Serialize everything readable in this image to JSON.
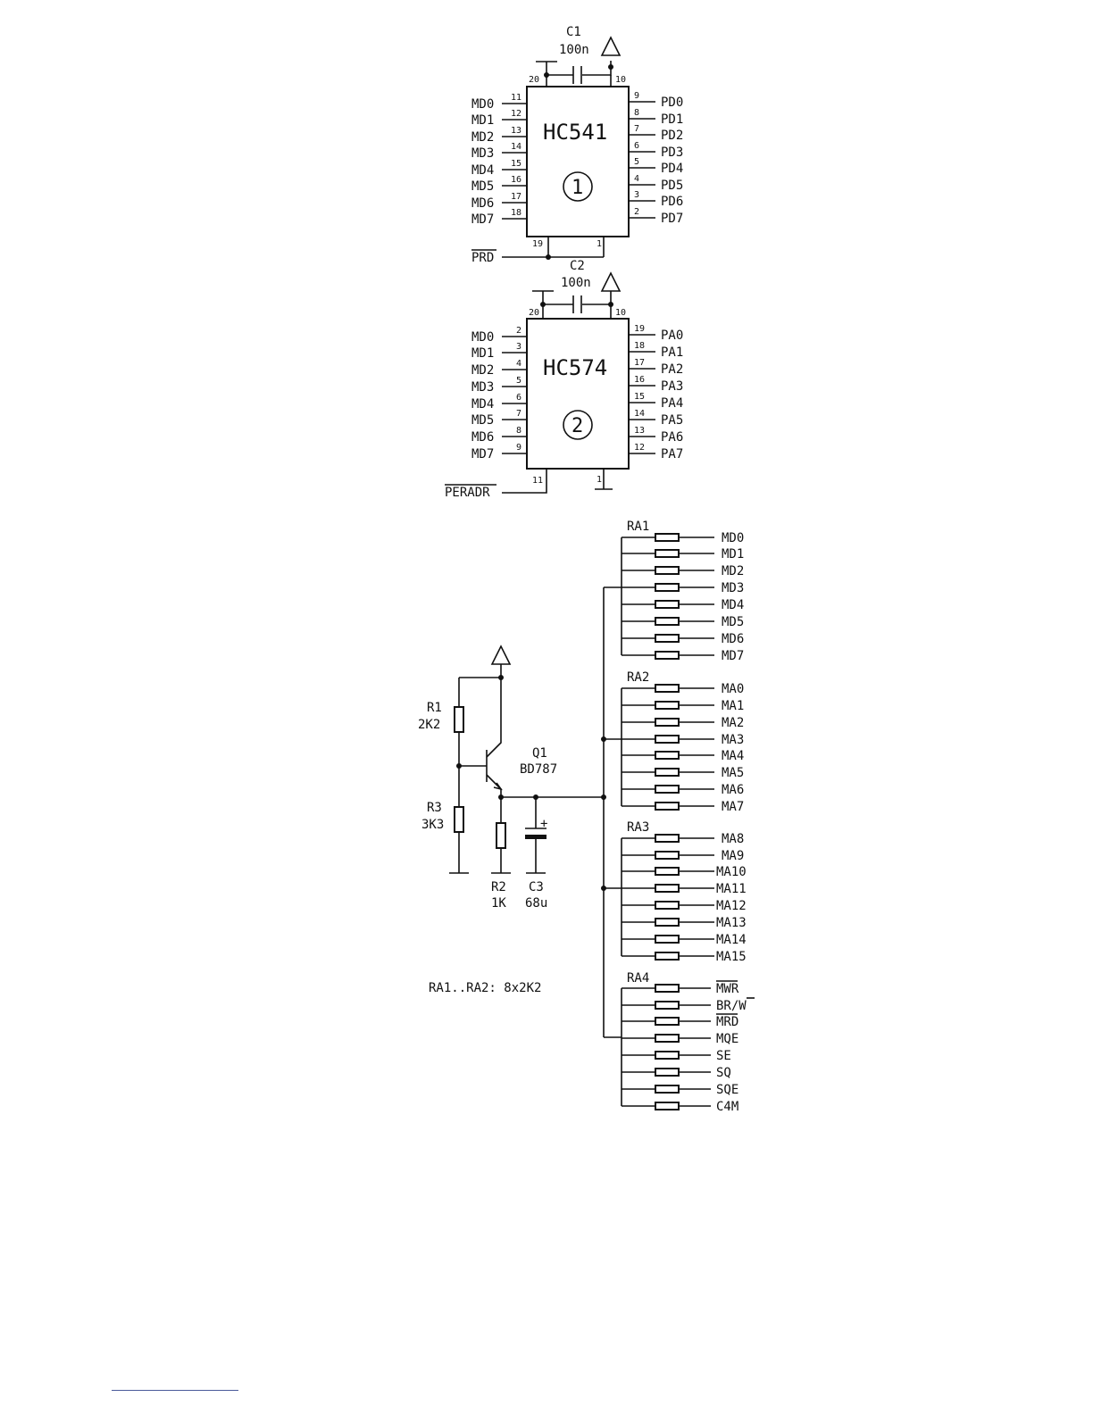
{
  "ic1": {
    "name": "HC541",
    "number": "1",
    "cap_name": "C1",
    "cap_value": "100n",
    "pin_vcc": "20",
    "pin_gnd": "10",
    "pin_oe1": "19",
    "pin_oe2": "1",
    "inputs": [
      "MD0",
      "MD1",
      "MD2",
      "MD3",
      "MD4",
      "MD5",
      "MD6",
      "MD7"
    ],
    "input_pins": [
      "11",
      "12",
      "13",
      "14",
      "15",
      "16",
      "17",
      "18"
    ],
    "outputs": [
      "PD0",
      "PD1",
      "PD2",
      "PD3",
      "PD4",
      "PD5",
      "PD6",
      "PD7"
    ],
    "output_pins": [
      "9",
      "8",
      "7",
      "6",
      "5",
      "4",
      "3",
      "2"
    ],
    "enable_signal": "PRD"
  },
  "ic2": {
    "name": "HC574",
    "number": "2",
    "cap_name": "C2",
    "cap_value": "100n",
    "pin_vcc": "20",
    "pin_gnd": "10",
    "pin_clk": "11",
    "pin_oe": "1",
    "inputs": [
      "MD0",
      "MD1",
      "MD2",
      "MD3",
      "MD4",
      "MD5",
      "MD6",
      "MD7"
    ],
    "input_pins": [
      "2",
      "3",
      "4",
      "5",
      "6",
      "7",
      "8",
      "9"
    ],
    "outputs": [
      "PA0",
      "PA1",
      "PA2",
      "PA3",
      "PA4",
      "PA5",
      "PA6",
      "PA7"
    ],
    "output_pins": [
      "19",
      "18",
      "17",
      "16",
      "15",
      "14",
      "13",
      "12"
    ],
    "clock_signal": "PERADR"
  },
  "resistor_arrays": [
    {
      "name": "RA1",
      "signals": [
        "MD0",
        "MD1",
        "MD2",
        "MD3",
        "MD4",
        "MD5",
        "MD6",
        "MD7"
      ]
    },
    {
      "name": "RA2",
      "signals": [
        "MA0",
        "MA1",
        "MA2",
        "MA3",
        "MA4",
        "MA5",
        "MA6",
        "MA7"
      ]
    },
    {
      "name": "RA3",
      "signals": [
        "MA8",
        "MA9",
        "MA10",
        "MA11",
        "MA12",
        "MA13",
        "MA14",
        "MA15"
      ]
    },
    {
      "name": "RA4",
      "signals": [
        "MWR",
        "BR/W",
        "MRD",
        "MQE",
        "SE",
        "SQ",
        "SQE",
        "C4M"
      ],
      "overlined": [
        true,
        false,
        true,
        false,
        false,
        false,
        false,
        false
      ]
    }
  ],
  "regulator": {
    "r1_name": "R1",
    "r1_value": "2K2",
    "r3_name": "R3",
    "r3_value": "3K3",
    "r2_name": "R2",
    "r2_value": "1K",
    "c3_name": "C3",
    "c3_value": "68u",
    "c3_polarity": "+",
    "q1_name": "Q1",
    "q1_part": "BD787"
  },
  "note": "RA1..RA2: 8x2K2"
}
